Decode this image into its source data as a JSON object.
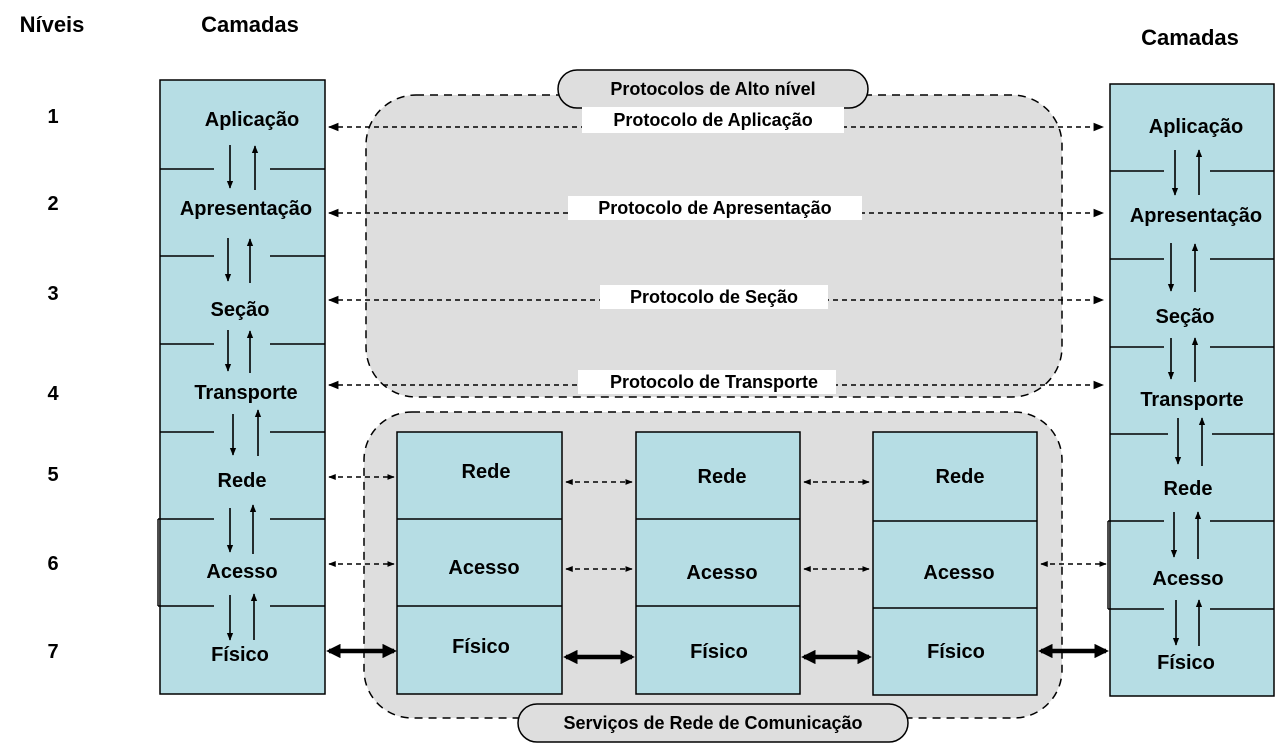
{
  "headers": {
    "levels": "Níveis",
    "layers_left": "Camadas",
    "layers_right": "Camadas"
  },
  "levels": [
    "1",
    "2",
    "3",
    "4",
    "5",
    "6",
    "7"
  ],
  "left_stack": [
    "Aplicação",
    "Apresentação",
    "Seção",
    "Transporte",
    "Rede",
    "Acesso",
    "Físico"
  ],
  "right_stack": [
    "Aplicação",
    "Apresentação",
    "Seção",
    "Transporte",
    "Rede",
    "Acesso",
    "Físico"
  ],
  "high_level_group": {
    "title": "Protocolos de Alto nível",
    "protocols": [
      "Protocolo de Aplicação",
      "Protocolo de Apresentação",
      "Protocolo de Seção",
      "Protocolo de Transporte"
    ]
  },
  "network_group": {
    "title": "Serviços de Rede de Comunicação",
    "nodes": [
      [
        "Rede",
        "Acesso",
        "Físico"
      ],
      [
        "Rede",
        "Acesso",
        "Físico"
      ],
      [
        "Rede",
        "Acesso",
        "Físico"
      ]
    ]
  },
  "colors": {
    "layer_fill": "#b6dde4",
    "region_fill": "#dedede",
    "line": "#000000"
  }
}
